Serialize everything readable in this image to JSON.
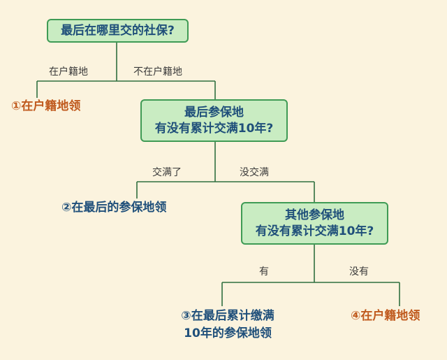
{
  "diagram": {
    "colors": {
      "background": "#fbf3de",
      "node_fill": "#c9ecc2",
      "node_border": "#3f9b55",
      "node_text": "#1f4f7a",
      "leaf_orange": "#c05a1e",
      "leaf_blue": "#1f4f7a",
      "connector": "#2f6f3f"
    },
    "q1": {
      "text": "最后在哪里交的社保?"
    },
    "q1_left_label": "在户籍地",
    "q1_right_label": "不在户籍地",
    "r1": "①在户籍地领",
    "q2": {
      "line1": "最后参保地",
      "line2": "有没有累计交满10年?"
    },
    "q2_left_label": "交满了",
    "q2_right_label": "没交满",
    "r2": "②在最后的参保地领",
    "q3": {
      "line1": "其他参保地",
      "line2": "有没有累计交满10年?"
    },
    "q3_left_label": "有",
    "q3_right_label": "没有",
    "r3": {
      "line1": "③在最后累计缴满",
      "line2": "10年的参保地领"
    },
    "r4": "④在户籍地领"
  }
}
